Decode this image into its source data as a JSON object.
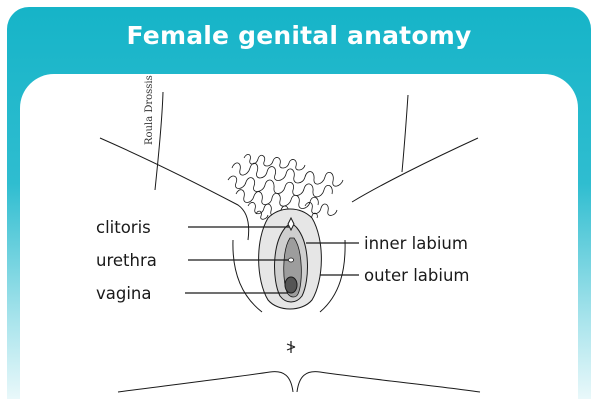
{
  "title": "Female genital anatomy",
  "artist_signature": "Roula Drossis",
  "labels": {
    "clitoris": "clitoris",
    "urethra": "urethra",
    "vagina": "vagina",
    "inner_labium": "inner labium",
    "outer_labium": "outer labium"
  },
  "colors": {
    "header_teal": "#16b4c8",
    "tissue_light": "#cfcfcf",
    "tissue_dark": "#7a7a7a",
    "line": "#1a1a1a"
  }
}
